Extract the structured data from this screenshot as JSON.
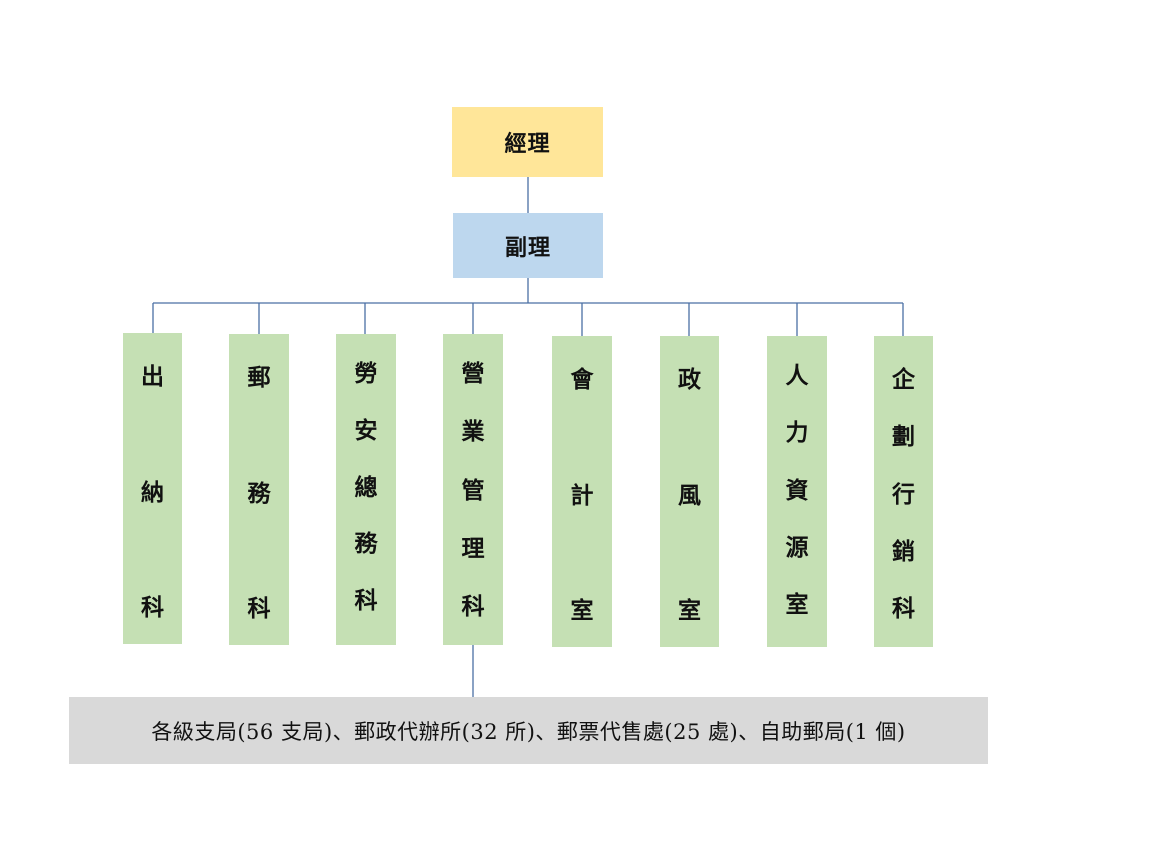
{
  "colors": {
    "manager": "#FFE699",
    "deputy": "#BDD7EE",
    "department": "#C5E0B4",
    "footer": "#D9D9D9",
    "connector": "#4A6FA5"
  },
  "manager": {
    "label": "經理"
  },
  "deputy": {
    "label": "副理"
  },
  "departments": [
    {
      "chars": [
        "出",
        "納",
        "科"
      ]
    },
    {
      "chars": [
        "郵",
        "務",
        "科"
      ]
    },
    {
      "chars": [
        "勞",
        "安",
        "總",
        "務",
        "科"
      ]
    },
    {
      "chars": [
        "營",
        "業",
        "管",
        "理",
        "科"
      ]
    },
    {
      "chars": [
        "會",
        "計",
        "室"
      ]
    },
    {
      "chars": [
        "政",
        "風",
        "室"
      ]
    },
    {
      "chars": [
        "人",
        "力",
        "資",
        "源",
        "室"
      ]
    },
    {
      "chars": [
        "企",
        "劃",
        "行",
        "銷",
        "科"
      ]
    }
  ],
  "footer": {
    "label": "各級支局(56 支局)、郵政代辦所(32 所)、郵票代售處(25 處)、自助郵局(1 個)"
  }
}
